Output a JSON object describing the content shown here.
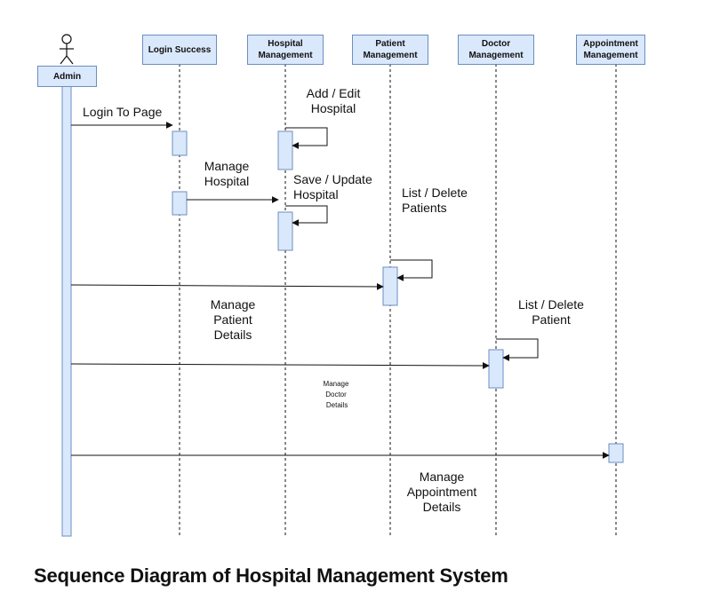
{
  "diagram": {
    "caption": "Sequence Diagram of Hospital Management System",
    "colors": {
      "box_fill": "#dae8fc",
      "box_stroke": "#6c8ebf",
      "line": "#111111"
    },
    "actor": {
      "label": "Admin",
      "icon": "stick-figure-icon"
    },
    "lifelines": {
      "login_success": "Login Success",
      "hospital_mgmt": "Hospital\nManagement",
      "patient_mgmt": "Patient\nManagement",
      "doctor_mgmt": "Doctor\nManagement",
      "appointment_mgmt": "Appointment\nManagement"
    },
    "messages": {
      "login_to_page": "Login To Page",
      "add_edit_hospital": "Add / Edit\nHospital",
      "manage_hospital": "Manage\nHospital",
      "save_update_hospital": "Save / Update\nHospital",
      "list_delete_patients": "List / Delete\nPatients",
      "manage_patient_details": "Manage\nPatient\nDetails",
      "list_delete_patient": "List / Delete\nPatient",
      "manage_doctor_details": "Manage\nDoctor\n Details",
      "manage_appointment_details": "Manage\nAppointment\nDetails"
    }
  }
}
